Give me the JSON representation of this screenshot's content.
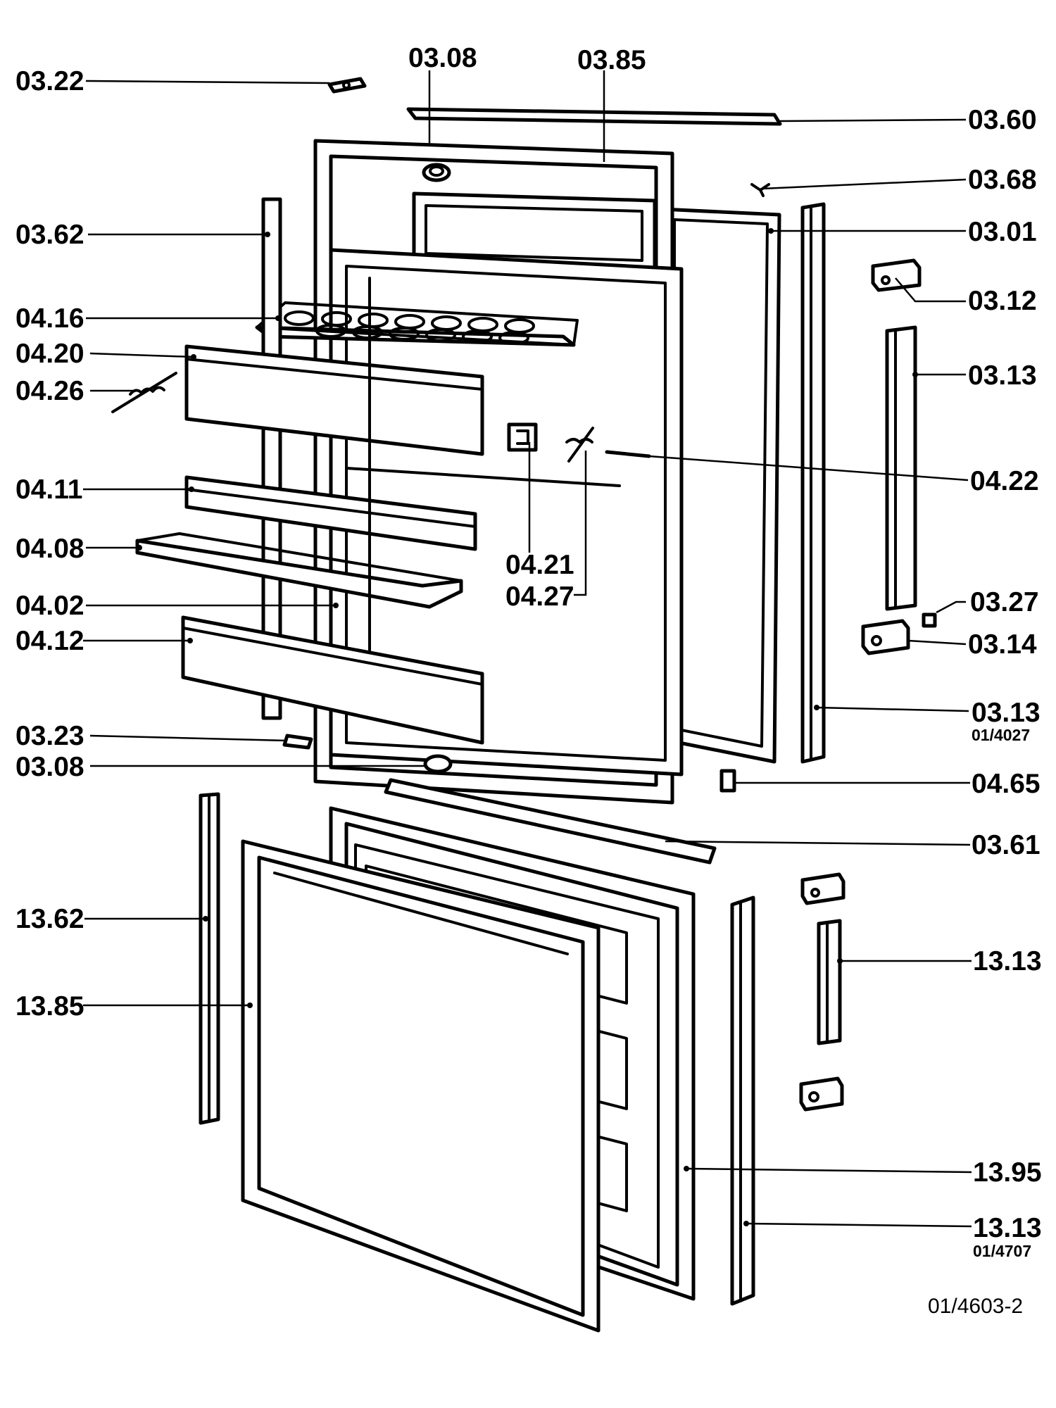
{
  "labels": {
    "p0322": "03.22",
    "p0308_top": "03.08",
    "p0385": "03.85",
    "p0360": "03.60",
    "p0368": "03.68",
    "p0362": "03.62",
    "p0301": "03.01",
    "p0312": "03.12",
    "p0416": "04.16",
    "p0420": "04.20",
    "p0426": "04.26",
    "p0313_a": "03.13",
    "p0422": "04.22",
    "p0411": "04.11",
    "p0408": "04.08",
    "p0421": "04.21",
    "p0427": "04.27",
    "p0402": "04.02",
    "p0327": "03.27",
    "p0412": "04.12",
    "p0314": "03.14",
    "p0313_b": "03.13",
    "p0313_b_sub": "01/4027",
    "p0323": "03.23",
    "p0308_bottom": "03.08",
    "p0465": "04.65",
    "p0361": "03.61",
    "p1362": "13.62",
    "p1313_a": "13.13",
    "p1385": "13.85",
    "p1395": "13.95",
    "p1313_b": "13.13",
    "p1313_b_sub": "01/4707"
  },
  "drawing_ref": "01/4603-2"
}
